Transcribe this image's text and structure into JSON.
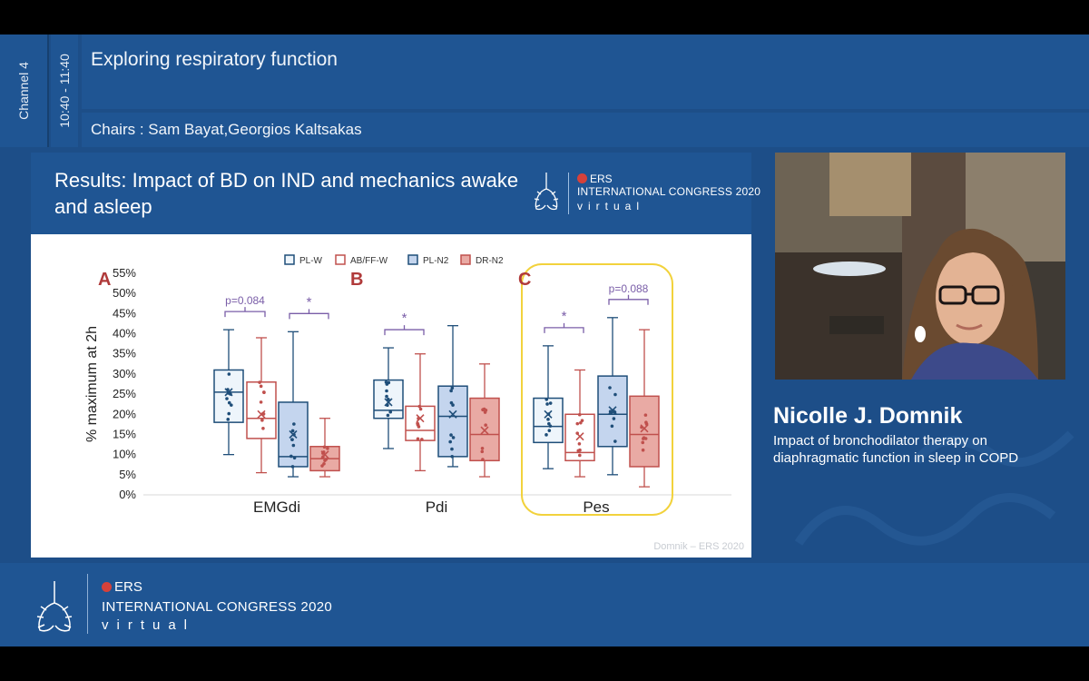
{
  "header": {
    "channel": "Channel 4",
    "time": "10:40 - 11:40",
    "title": "Exploring respiratory function",
    "chairs": "Chairs : Sam Bayat,Georgios Kaltsakas"
  },
  "slide": {
    "title": "Results: Impact of BD on IND and mechanics awake and asleep",
    "logo_brand": "ERS",
    "logo_congress": "INTERNATIONAL CONGRESS 2020",
    "logo_virtual": "virtual",
    "credit": "Domnik – ERS 2020"
  },
  "speaker": {
    "name": "Nicolle J. Domnik",
    "talk": "Impact of bronchodilator therapy on diaphragmatic function in sleep in COPD"
  },
  "footer": {
    "brand": "ERS",
    "congress": "INTERNATIONAL CONGRESS 2020",
    "virtual": "virtual"
  },
  "colors": {
    "navy": "#1f4e79",
    "red": "#c0504d",
    "purple": "#7a5ea8",
    "highlight": "#f2d23c",
    "brand_blue": "#1f5593"
  },
  "chart_data": {
    "type": "box",
    "ylabel": "% maximum at 2h",
    "ylim": [
      0,
      55
    ],
    "yticks": [
      "0%",
      "5%",
      "10%",
      "15%",
      "20%",
      "25%",
      "30%",
      "35%",
      "40%",
      "45%",
      "50%",
      "55%"
    ],
    "legend": [
      "PL-W",
      "AB/FF-W",
      "PL-N2",
      "DR-N2"
    ],
    "panels": [
      {
        "letter": "A",
        "label": "EMGdi",
        "boxes": [
          {
            "min": 10,
            "q1": 18,
            "median": 25.5,
            "q3": 31,
            "max": 41,
            "mean": 25.5
          },
          {
            "min": 5.5,
            "q1": 14,
            "median": 19,
            "q3": 28,
            "max": 39,
            "mean": 20
          },
          {
            "min": 4.5,
            "q1": 7,
            "median": 9.5,
            "q3": 23,
            "max": 40.5,
            "mean": 15
          },
          {
            "min": 4.5,
            "q1": 6,
            "median": 9,
            "q3": 12,
            "max": 19,
            "mean": 10
          }
        ],
        "annotations": [
          {
            "text": "p=0.084",
            "pair": [
              0,
              1
            ]
          },
          {
            "text": "*",
            "pair": [
              2,
              3
            ]
          }
        ]
      },
      {
        "letter": "B",
        "label": "Pdi",
        "boxes": [
          {
            "min": 11.5,
            "q1": 19,
            "median": 21,
            "q3": 28.5,
            "max": 36.5,
            "mean": 23
          },
          {
            "min": 6,
            "q1": 13.5,
            "median": 16,
            "q3": 22,
            "max": 35,
            "mean": 19
          },
          {
            "min": 7,
            "q1": 9.5,
            "median": 19.5,
            "q3": 27,
            "max": 42,
            "mean": 20
          },
          {
            "min": 4.5,
            "q1": 8.5,
            "median": 15,
            "q3": 24,
            "max": 32.5,
            "mean": 16
          }
        ],
        "annotations": [
          {
            "text": "*",
            "pair": [
              0,
              1
            ]
          }
        ]
      },
      {
        "letter": "C",
        "label": "Pes",
        "boxes": [
          {
            "min": 6.5,
            "q1": 13,
            "median": 17,
            "q3": 24,
            "max": 37,
            "mean": 20
          },
          {
            "min": 4.5,
            "q1": 8.5,
            "median": 10.5,
            "q3": 20,
            "max": 31,
            "mean": 14.5
          },
          {
            "min": 5,
            "q1": 12,
            "median": 20,
            "q3": 29.5,
            "max": 44,
            "mean": 21
          },
          {
            "min": 2,
            "q1": 7,
            "median": 15,
            "q3": 24.5,
            "max": 41,
            "mean": 16.5
          }
        ],
        "annotations": [
          {
            "text": "*",
            "pair": [
              0,
              1
            ]
          },
          {
            "text": "p=0.088",
            "pair": [
              2,
              3
            ]
          }
        ]
      }
    ]
  }
}
